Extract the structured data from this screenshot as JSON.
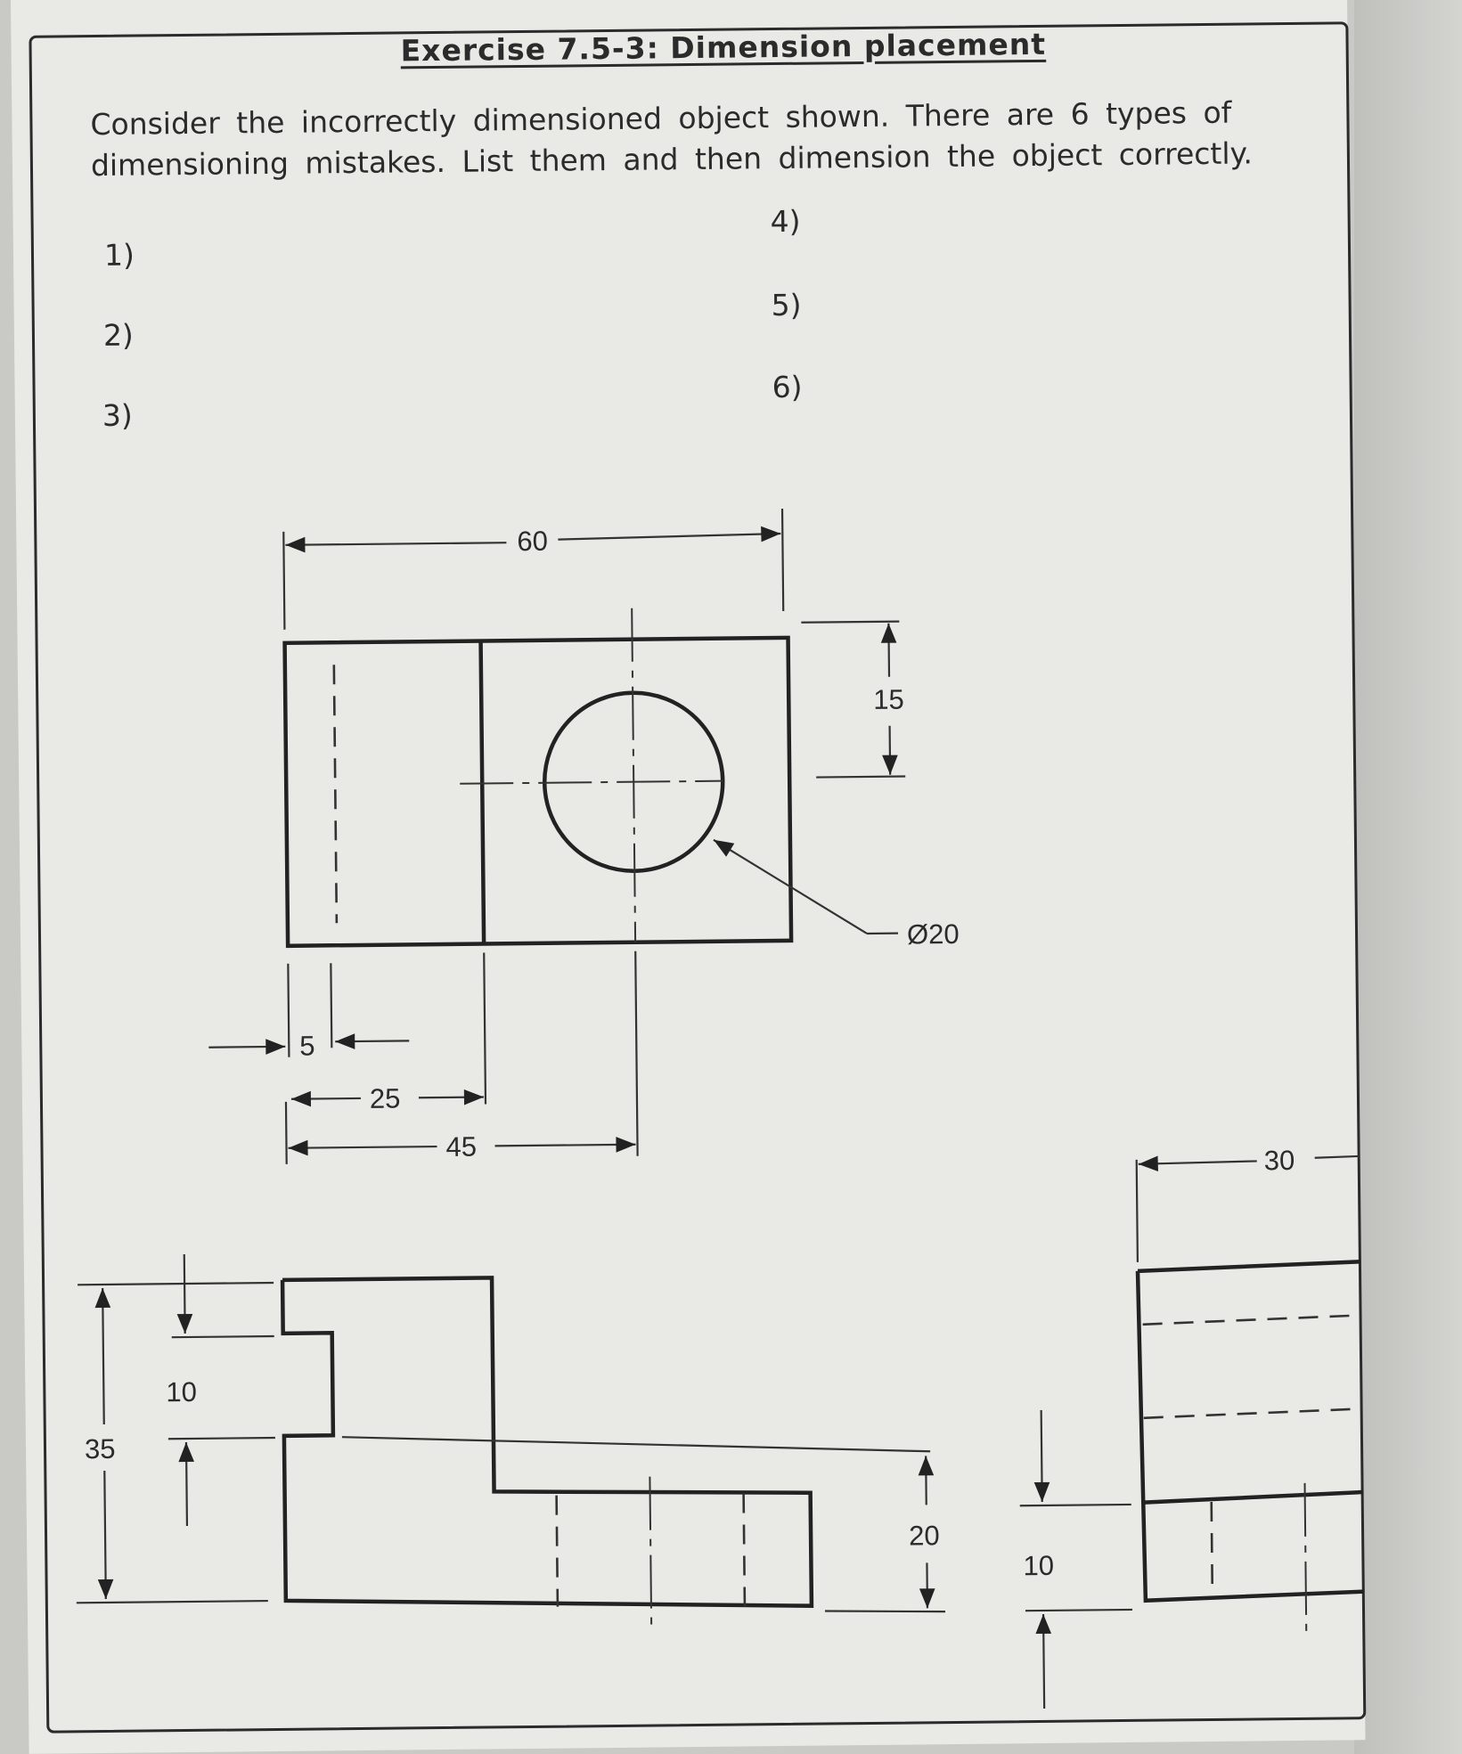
{
  "title": "Exercise 7.5-3:  Dimension placement",
  "intro": "Consider the incorrectly dimensioned object shown.  There are 6 types of dimensioning mistakes.  List them and then dimension the object correctly.",
  "answers": [
    {
      "label": "1)"
    },
    {
      "label": "2)"
    },
    {
      "label": "3)"
    },
    {
      "label": "4)"
    },
    {
      "label": "5)"
    },
    {
      "label": "6)"
    }
  ],
  "dimensions": {
    "top_width": "60",
    "hole_offset": "15",
    "hole_diameter": "Ø20",
    "small_offset": "5",
    "slot_width": "25",
    "hole_center": "45",
    "front_height_total": "35",
    "front_notch": "10",
    "front_step": "20",
    "side_width": "30",
    "side_step": "10"
  }
}
